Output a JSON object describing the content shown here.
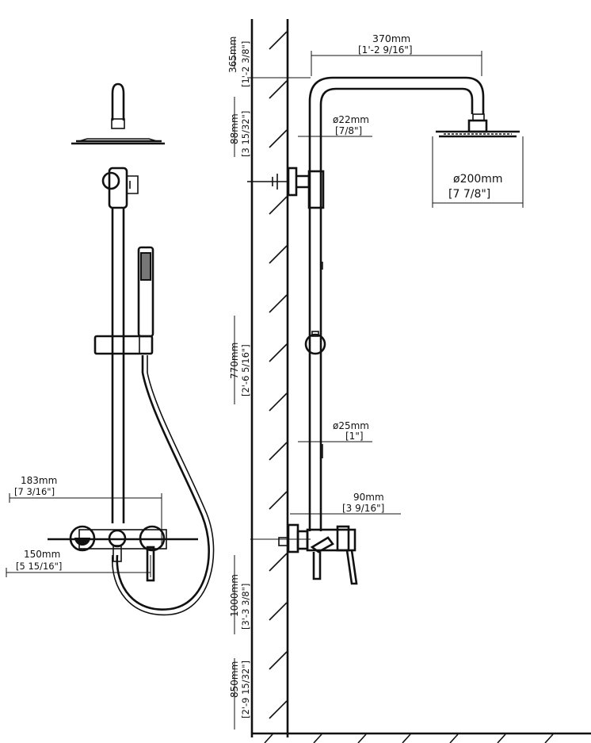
{
  "dimensions": {
    "top_arm_length": {
      "mm": "370mm",
      "imperial": "[1'-2 9/16\"]"
    },
    "head_diameter": {
      "mm": "ø200mm",
      "imperial": "[7 7/8\"]"
    },
    "arm_pipe_diameter": {
      "mm": "ø22mm",
      "imperial": "[7/8\"]"
    },
    "riser_pipe_diameter": {
      "mm": "ø25mm",
      "imperial": "[1\"]"
    },
    "mixer_projection": {
      "mm": "90mm",
      "imperial": "[3 9/16\"]"
    },
    "top_height": {
      "mm": "365mm",
      "imperial": "[1'-2 3/8\"]"
    },
    "arm_height": {
      "mm": "88mm",
      "imperial": "[3 15/32\"]"
    },
    "riser_height": {
      "mm": "770mm",
      "imperial": "[2'-6 5/16\"]"
    },
    "mixer_height": {
      "mm": "1000mm",
      "imperial": "[3'-3 3/8\"]"
    },
    "floor_height": {
      "mm": "850mm",
      "imperial": "[2'-9 15/32\"]"
    },
    "mixer_width": {
      "mm": "183mm",
      "imperial": "[7 3/16\"]"
    },
    "inlet_spacing": {
      "mm": "150mm",
      "imperial": "[5 15/16\"]"
    }
  }
}
